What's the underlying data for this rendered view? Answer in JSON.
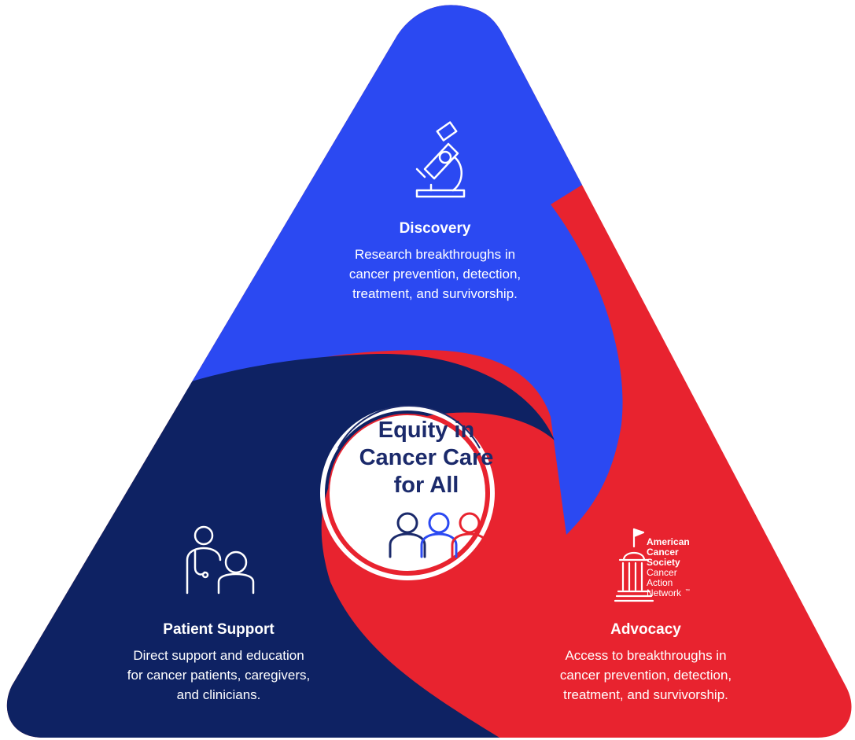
{
  "center": {
    "title_lines": [
      "Equity in",
      "Cancer Care",
      "for All"
    ],
    "icon": "three-people-icon"
  },
  "sections": {
    "discovery": {
      "title": "Discovery",
      "lines": [
        "Research breakthroughs in",
        "cancer prevention, detection,",
        "treatment, and survivorship."
      ],
      "icon": "microscope-icon"
    },
    "patient_support": {
      "title": "Patient Support",
      "lines": [
        "Direct support and education",
        "for cancer patients, caregivers,",
        "and clinicians."
      ],
      "icon": "doctor-with-patient-icon"
    },
    "advocacy": {
      "title": "Advocacy",
      "lines": [
        "Access to breakthroughs in",
        "cancer prevention, detection,",
        "treatment, and survivorship."
      ],
      "icon": "capitol-dome-flag-icon"
    }
  },
  "logo": {
    "lines_bold": [
      "American",
      "Cancer",
      "Society"
    ],
    "lines_regular": [
      "Cancer",
      "Action",
      "Network"
    ],
    "trademark": "™"
  },
  "colors": {
    "discovery": "#2b49f2",
    "patient_support": "#0e2263",
    "advocacy": "#e8232f",
    "center_text": "#1b2a6b",
    "people_icon": [
      "#1b2a6b",
      "#2b49f2",
      "#e8232f"
    ]
  }
}
